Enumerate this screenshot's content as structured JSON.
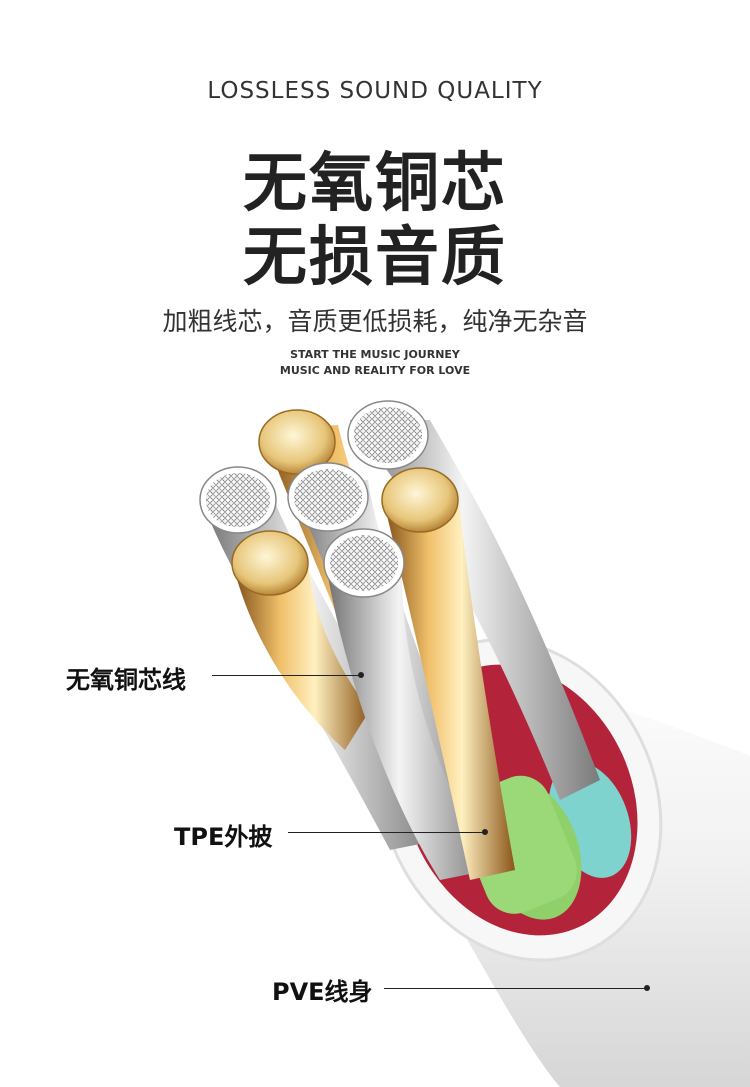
{
  "header": {
    "eyebrow": "LOSSLESS SOUND QUALITY",
    "headline_line1": "无氧铜芯",
    "headline_line2": "无损音质",
    "subtitle": "加粗线芯，音质更低损耗，纯净无杂音",
    "tagline_line1": "START THE MUSIC JOURNEY",
    "tagline_line2": "MUSIC AND REALITY FOR LOVE"
  },
  "callouts": {
    "core": "无氧铜芯线",
    "jacket": "TPE外披",
    "body": "PVE线身"
  },
  "colors": {
    "copper": "#c98a3a",
    "silver": "#d9d9d9",
    "green_sleeve": "#8fd06a",
    "red_sleeve": "#b3243a",
    "cyan_sleeve": "#7fd3cf",
    "white_cable": "#f2f2f2"
  }
}
